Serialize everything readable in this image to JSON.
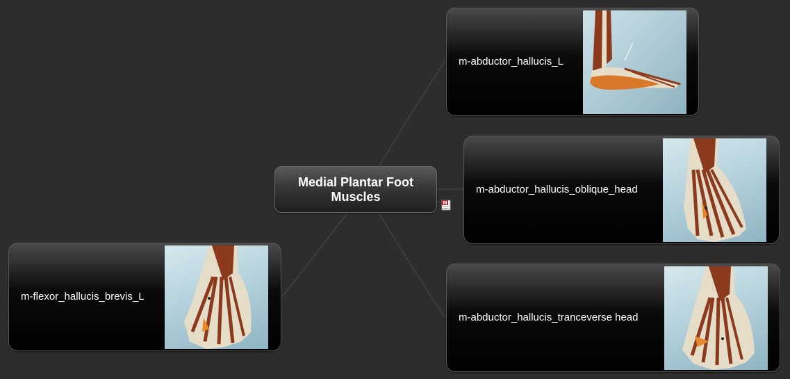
{
  "map": {
    "center_title": "Medial Plantar Foot Muscles"
  },
  "topics": [
    {
      "label": "m-abductor_hallucis_L",
      "image": "foot-side-view-image"
    },
    {
      "label": "m-abductor_hallucis_oblique_head",
      "image": "foot-plantar-muscles-image"
    },
    {
      "label": "m-abductor_hallucis_tranceverse head",
      "image": "foot-plantar-muscles-image"
    },
    {
      "label": "m-flexor_hallucis_brevis_L",
      "image": "foot-plantar-muscles-image"
    }
  ],
  "colors": {
    "background": "#2d2d2d",
    "connector": "#444444",
    "muscle": "#8b3a1e",
    "highlight": "#e8862a",
    "bone": "#e6ddc9"
  },
  "icons": {
    "note": "document-note-icon"
  }
}
